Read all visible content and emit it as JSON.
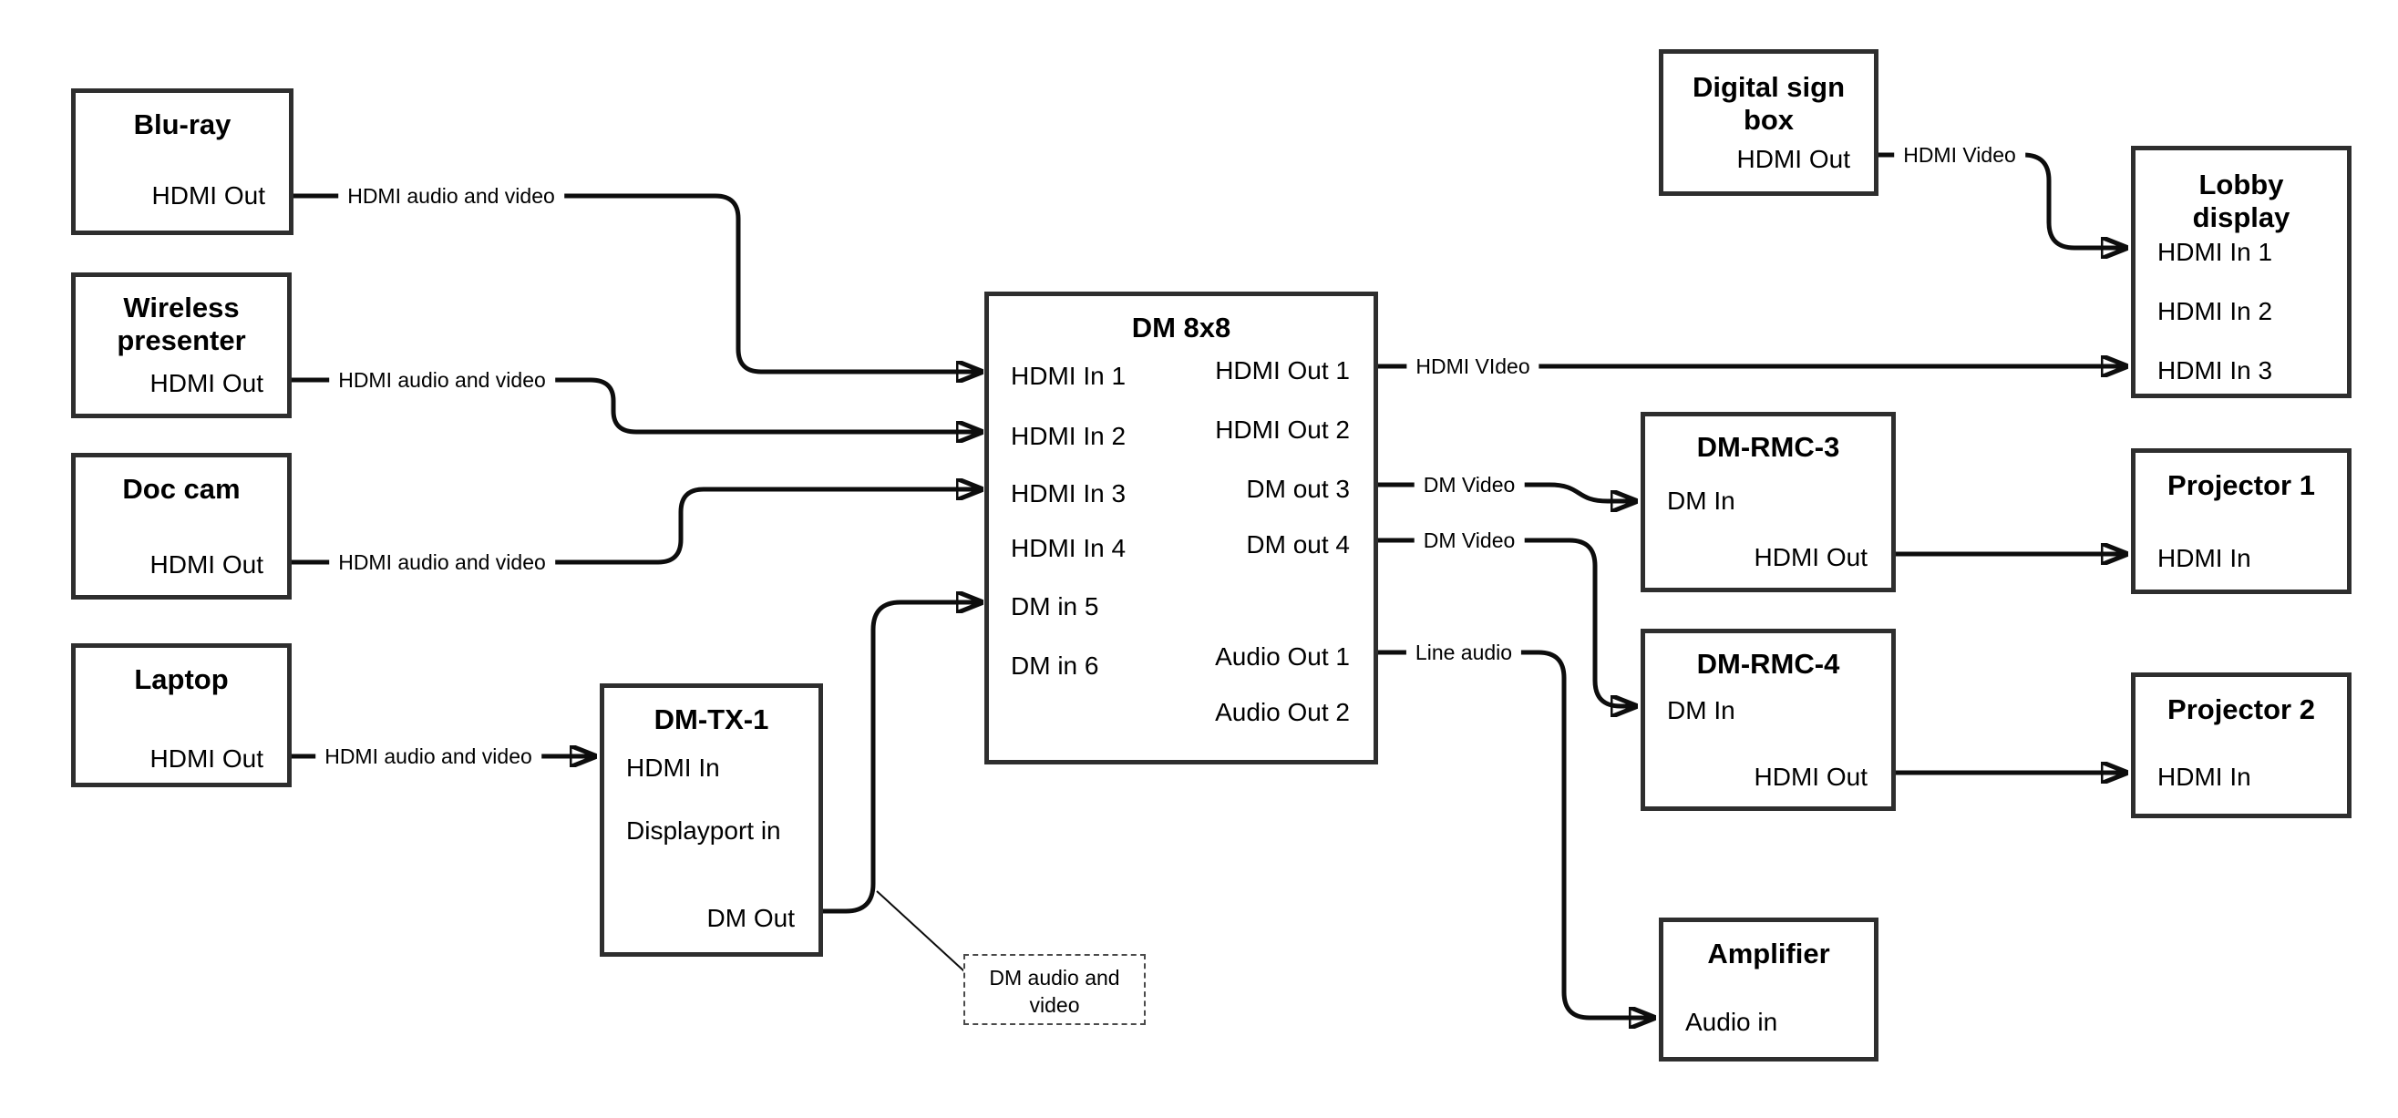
{
  "colors": {
    "background": "#ffffff",
    "box_border": "#2e2e2e",
    "wire": "#0d0d0d",
    "text": "#000000"
  },
  "nodes": {
    "bluray": {
      "title_lines": [
        "Blu-ray"
      ],
      "ports": {
        "hdmi_out": "HDMI Out"
      }
    },
    "wireless": {
      "title_lines": [
        "Wireless",
        "presenter"
      ],
      "ports": {
        "hdmi_out": "HDMI Out"
      }
    },
    "doccam": {
      "title_lines": [
        "Doc cam"
      ],
      "ports": {
        "hdmi_out": "HDMI Out"
      }
    },
    "laptop": {
      "title_lines": [
        "Laptop"
      ],
      "ports": {
        "hdmi_out": "HDMI Out"
      }
    },
    "dmtx1": {
      "title_lines": [
        "DM-TX-1"
      ],
      "ports": {
        "hdmi_in": "HDMI In",
        "displayport_in": "Displayport in",
        "dm_out": "DM Out"
      }
    },
    "dm8x8": {
      "title_lines": [
        "DM 8x8"
      ],
      "in_ports": [
        "HDMI In 1",
        "HDMI In 2",
        "HDMI In 3",
        "HDMI In 4",
        "DM in 5",
        "DM in 6"
      ],
      "out_ports": [
        "HDMI Out 1",
        "HDMI Out 2",
        "DM out 3",
        "DM out 4",
        "Audio Out 1",
        "Audio Out 2"
      ]
    },
    "digisign": {
      "title_lines": [
        "Digital sign",
        "box"
      ],
      "ports": {
        "hdmi_out": "HDMI Out"
      }
    },
    "lobby": {
      "title_lines": [
        "Lobby",
        "display"
      ],
      "in_ports": [
        "HDMI In 1",
        "HDMI In 2",
        "HDMI In 3"
      ]
    },
    "dmrmc3": {
      "title_lines": [
        "DM-RMC-3"
      ],
      "ports": {
        "dm_in": "DM In",
        "hdmi_out": "HDMI Out"
      }
    },
    "proj1": {
      "title_lines": [
        "Projector 1"
      ],
      "ports": {
        "hdmi_in": "HDMI In"
      }
    },
    "dmrmc4": {
      "title_lines": [
        "DM-RMC-4"
      ],
      "ports": {
        "dm_in": "DM In",
        "hdmi_out": "HDMI Out"
      }
    },
    "proj2": {
      "title_lines": [
        "Projector 2"
      ],
      "ports": {
        "hdmi_in": "HDMI In"
      }
    },
    "amp": {
      "title_lines": [
        "Amplifier"
      ],
      "ports": {
        "audio_in": "Audio in"
      }
    }
  },
  "wire_labels": {
    "bluray_to_dm8x8": "HDMI audio and video",
    "wireless_to_dm8x8": "HDMI audio and video",
    "doccam_to_dm8x8": "HDMI audio and video",
    "laptop_to_dmtx1": "HDMI audio and video",
    "hdmi_out1": "HDMI VIdeo",
    "dm_out3": "DM Video",
    "dm_out4": "DM Video",
    "audio_out1": "Line audio",
    "digisign_to_lobby": "HDMI Video"
  },
  "note": {
    "lines": [
      "DM audio and",
      "video"
    ]
  }
}
